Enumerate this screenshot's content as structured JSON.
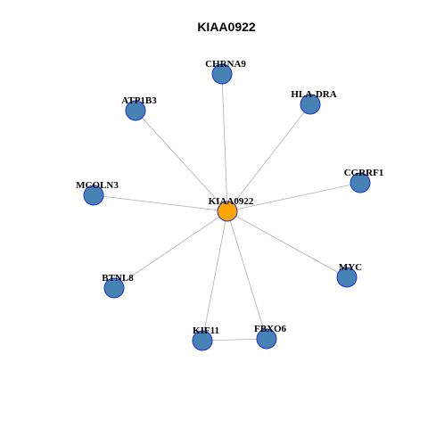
{
  "title": "KIAA0922",
  "colors": {
    "hub_fill": "#ffa500",
    "node_fill": "#4682b4",
    "node_stroke": "#1f2fd0",
    "edge": "#b0b0b0"
  },
  "nodes": [
    {
      "id": "KIAA0922",
      "label": "KIAA0922",
      "hub": true
    },
    {
      "id": "CHRNA9",
      "label": "CHRNA9"
    },
    {
      "id": "HLA-DRA",
      "label": "HLA-DRA"
    },
    {
      "id": "ATP1B3",
      "label": "ATP1B3"
    },
    {
      "id": "CGRRF1",
      "label": "CGRRF1"
    },
    {
      "id": "MCOLN3",
      "label": "MCOLN3"
    },
    {
      "id": "BTNL8",
      "label": "BTNL8"
    },
    {
      "id": "MYC",
      "label": "MYC"
    },
    {
      "id": "KIF11",
      "label": "KIF11"
    },
    {
      "id": "FBXO6",
      "label": "FBXO6"
    }
  ],
  "edges": [
    [
      "KIAA0922",
      "CHRNA9"
    ],
    [
      "KIAA0922",
      "HLA-DRA"
    ],
    [
      "KIAA0922",
      "ATP1B3"
    ],
    [
      "KIAA0922",
      "CGRRF1"
    ],
    [
      "KIAA0922",
      "MCOLN3"
    ],
    [
      "KIAA0922",
      "BTNL8"
    ],
    [
      "KIAA0922",
      "MYC"
    ],
    [
      "KIAA0922",
      "KIF11"
    ],
    [
      "KIAA0922",
      "FBXO6"
    ],
    [
      "KIF11",
      "FBXO6"
    ]
  ]
}
